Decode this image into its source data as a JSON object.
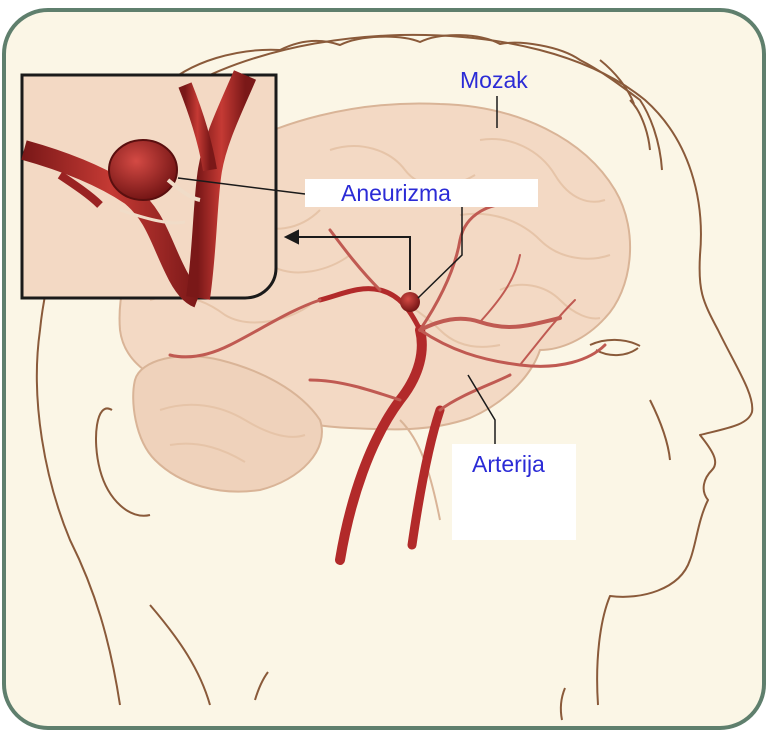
{
  "labels": {
    "brain": "Mozak",
    "aneurysm": "Aneurizma",
    "artery": "Arterija"
  },
  "colors": {
    "background": "#fbf6e6",
    "frame": "#5f7f6d",
    "outline": "#8a5a3a",
    "brain_fill": "#f3d9c4",
    "vessel": "#b22a2a",
    "vessel_dark": "#7a1818",
    "label_text": "#2b2bd6"
  }
}
